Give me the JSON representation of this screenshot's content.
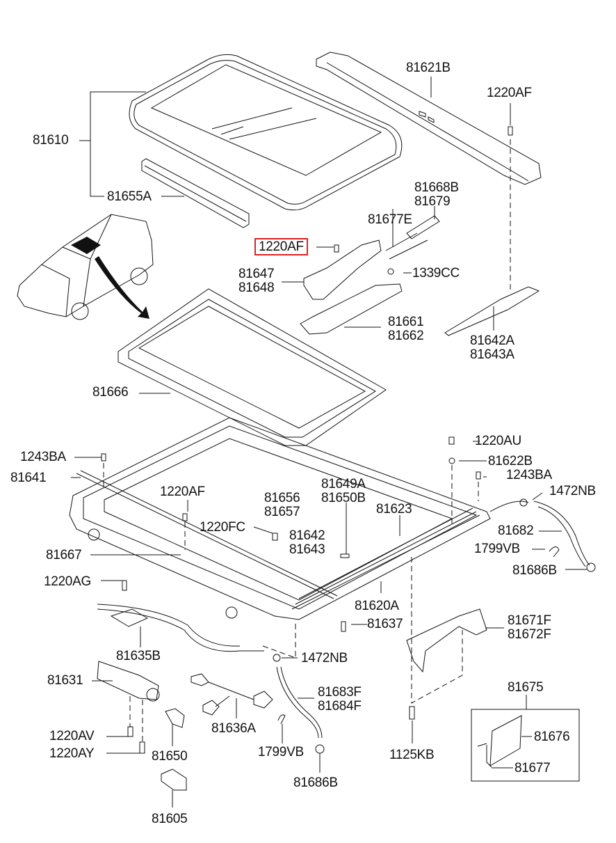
{
  "diagram": {
    "title": "Sunroof assembly exploded parts view",
    "highlight_color": "#e02020",
    "highlighted_part": "1220AF",
    "callouts": [
      {
        "id": "c81621B",
        "lines": [
          "81621B"
        ]
      },
      {
        "id": "c1220AF_top",
        "lines": [
          "1220AF"
        ]
      },
      {
        "id": "c81610",
        "lines": [
          "81610"
        ]
      },
      {
        "id": "c81655A",
        "lines": [
          "81655A"
        ]
      },
      {
        "id": "c81668B",
        "lines": [
          "81668B",
          "81679"
        ]
      },
      {
        "id": "c81677E",
        "lines": [
          "81677E"
        ]
      },
      {
        "id": "c1220AF_hl",
        "lines": [
          "1220AF"
        ]
      },
      {
        "id": "c1339CC",
        "lines": [
          "1339CC"
        ]
      },
      {
        "id": "c81647",
        "lines": [
          "81647",
          "81648"
        ]
      },
      {
        "id": "c81661",
        "lines": [
          "81661",
          "81662"
        ]
      },
      {
        "id": "c81642A",
        "lines": [
          "81642A",
          "81643A"
        ]
      },
      {
        "id": "c81666",
        "lines": [
          "81666"
        ]
      },
      {
        "id": "c1220AU",
        "lines": [
          "1220AU"
        ]
      },
      {
        "id": "c1243BA_l",
        "lines": [
          "1243BA"
        ]
      },
      {
        "id": "c81622B",
        "lines": [
          "81622B"
        ]
      },
      {
        "id": "c81641",
        "lines": [
          "81641"
        ]
      },
      {
        "id": "c1243BA_r",
        "lines": [
          "1243BA"
        ]
      },
      {
        "id": "c1220AF_mid",
        "lines": [
          "1220AF"
        ]
      },
      {
        "id": "c81649A",
        "lines": [
          "81649A",
          "81650B"
        ]
      },
      {
        "id": "c81656",
        "lines": [
          "81656",
          "81657"
        ]
      },
      {
        "id": "c1472NB_r",
        "lines": [
          "1472NB"
        ]
      },
      {
        "id": "c81623",
        "lines": [
          "81623"
        ]
      },
      {
        "id": "c1220FC",
        "lines": [
          "1220FC"
        ]
      },
      {
        "id": "c81642",
        "lines": [
          "81642",
          "81643"
        ]
      },
      {
        "id": "c81682",
        "lines": [
          "81682"
        ]
      },
      {
        "id": "c1799VB_r",
        "lines": [
          "1799VB"
        ]
      },
      {
        "id": "c81667",
        "lines": [
          "81667"
        ]
      },
      {
        "id": "c81686B_r",
        "lines": [
          "81686B"
        ]
      },
      {
        "id": "c1220AG",
        "lines": [
          "1220AG"
        ]
      },
      {
        "id": "c81620A",
        "lines": [
          "81620A"
        ]
      },
      {
        "id": "c81637",
        "lines": [
          "81637"
        ]
      },
      {
        "id": "c81671F",
        "lines": [
          "81671F",
          "81672F"
        ]
      },
      {
        "id": "c81635B",
        "lines": [
          "81635B"
        ]
      },
      {
        "id": "c1472NB_b",
        "lines": [
          "1472NB"
        ]
      },
      {
        "id": "c81631",
        "lines": [
          "81631"
        ]
      },
      {
        "id": "c81675",
        "lines": [
          "81675"
        ]
      },
      {
        "id": "c81683F",
        "lines": [
          "81683F",
          "81684F"
        ]
      },
      {
        "id": "c81636A",
        "lines": [
          "81636A"
        ]
      },
      {
        "id": "c81676",
        "lines": [
          "81676"
        ]
      },
      {
        "id": "c1220AV",
        "lines": [
          "1220AV"
        ]
      },
      {
        "id": "c1799VB_b",
        "lines": [
          "1799VB"
        ]
      },
      {
        "id": "c81650",
        "lines": [
          "81650"
        ]
      },
      {
        "id": "c1125KB",
        "lines": [
          "1125KB"
        ]
      },
      {
        "id": "c1220AY",
        "lines": [
          "1220AY"
        ]
      },
      {
        "id": "c81677",
        "lines": [
          "81677"
        ]
      },
      {
        "id": "c81686B_b",
        "lines": [
          "81686B"
        ]
      },
      {
        "id": "c81605",
        "lines": [
          "81605"
        ]
      }
    ]
  }
}
